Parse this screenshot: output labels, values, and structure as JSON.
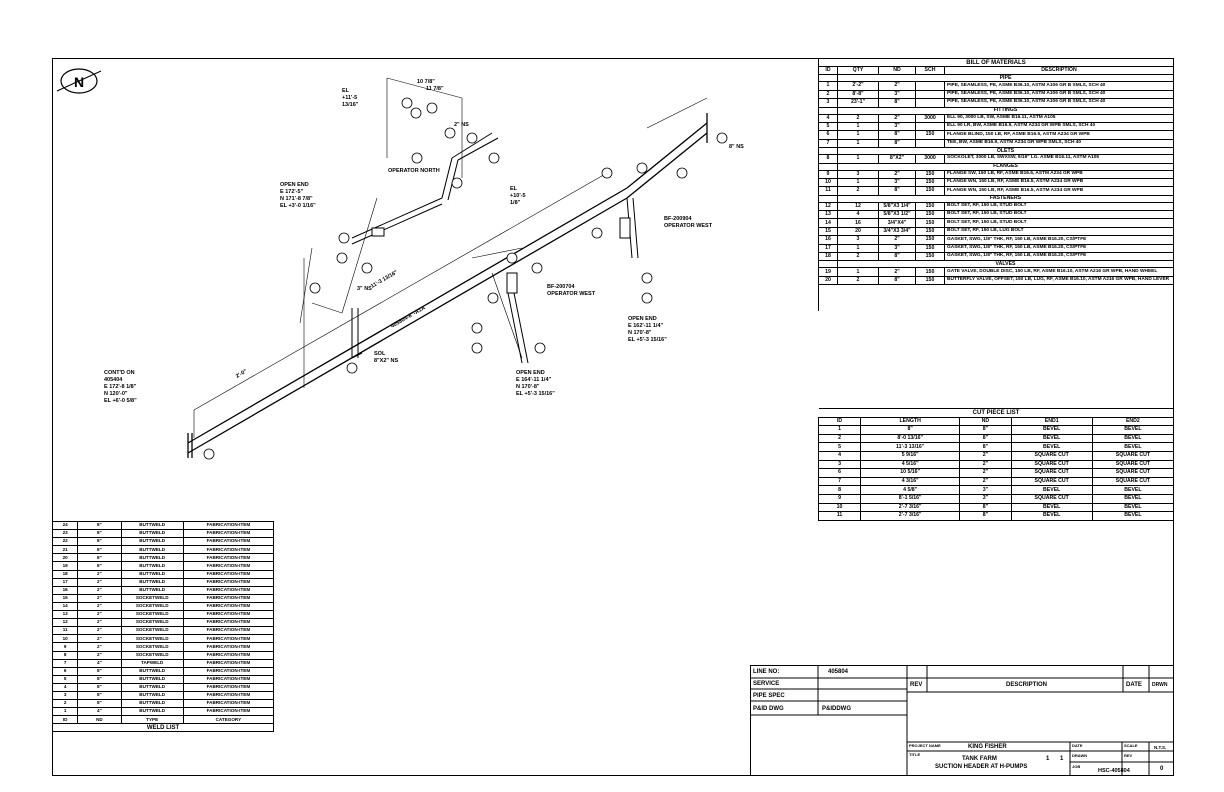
{
  "north_symbol": "N",
  "iso_annotations": {
    "elevation_top": [
      "EL",
      "+11'-5",
      "13/16\""
    ],
    "dim_top": "10 7/8\"",
    "dim_top2": "11 7/8\"",
    "open_end_1": [
      "OPEN END",
      "E 172'-5\"",
      "N 171'-8 7/8\"",
      "EL +3'-0 1/16\""
    ],
    "operator_north": "OPERATOR NORTH",
    "elevation_mid": [
      "EL",
      "+10'-5",
      "1/8\""
    ],
    "size_8ns": "8\" NS",
    "size_3ns": "3\" NS",
    "size_2ns": "2\" NS",
    "bf_1": [
      "BF-200904",
      "OPERATOR WEST"
    ],
    "bf_2": [
      "BF-200704",
      "OPERATOR WEST"
    ],
    "open_end_2": [
      "OPEN END",
      "E 162'-11 1/4\"",
      "N 170'-8\"",
      "EL +5'-3 15/16\""
    ],
    "open_end_3": [
      "OPEN END",
      "E 164'-11 1/4\"",
      "N 170'-8\"",
      "EL +5'-3 15/16\""
    ],
    "contd_on": [
      "CONT'D ON",
      "405404",
      "E 172'-8 1/8\"",
      "N 120'-0\"",
      "EL +6'-0 5/8\""
    ],
    "sol": [
      "SOL",
      "8\"X2\" NS"
    ],
    "pipe_label": "405804-8\"-A1A",
    "dim_main": "11'-3 13/16\"",
    "dim_low": "2'-0\""
  },
  "bom": {
    "title": "BILL OF MATERIALS",
    "headers": [
      "ID",
      "QTY",
      "ND",
      "SCH",
      "DESCRIPTION"
    ],
    "sections": [
      {
        "name": "PIPE",
        "rows": [
          [
            "1",
            "2'-2\"",
            "2\"",
            "",
            "PIPE, SEAMLESS, PE, ASME B36.10, ASTM A106 GR B SMLS, SCH 40"
          ],
          [
            "2",
            "8'-8\"",
            "3\"",
            "",
            "PIPE, SEAMLESS, PE, ASME B36.10, ASTM A106 GR B SMLS, SCH 40"
          ],
          [
            "3",
            "23'-1\"",
            "8\"",
            "",
            "PIPE, SEAMLESS, PE, ASME B36.10, ASTM A106 GR B SMLS, SCH 40"
          ]
        ]
      },
      {
        "name": "FITTINGS",
        "rows": [
          [
            "4",
            "2",
            "2\"",
            "3000",
            "ELL 90, 3000 LB, SW, ASME B16.11, ASTM A105"
          ],
          [
            "5",
            "1",
            "3\"",
            "",
            "ELL 90 LR, BW, ASME B16.9, ASTM A234 GR WPB SMLS, SCH 40"
          ],
          [
            "6",
            "1",
            "8\"",
            "150",
            "FLANGE BLIND, 150 LB, RF, ASME B16.5, ASTM A234 GR WPB"
          ],
          [
            "7",
            "1",
            "8\"",
            "",
            "TEE, BW, ASME B16.9, ASTM A234 GR WPB SMLS, SCH 40"
          ]
        ]
      },
      {
        "name": "OLETS",
        "rows": [
          [
            "8",
            "1",
            "8\"X2\"",
            "3000",
            "SOCKOLET, 3000 LB, SWXSW, 9/16\" LG. ASME B16.11, ASTM A105"
          ]
        ]
      },
      {
        "name": "FLANGES",
        "rows": [
          [
            "9",
            "3",
            "2\"",
            "150",
            "FLANGE SW, 150 LB, RF, ASME B16.5, ASTM A234 GR WPB"
          ],
          [
            "10",
            "1",
            "3\"",
            "150",
            "FLANGE WN, 150 LB, RF, ASME B16.5, ASTM A234 GR WPB"
          ],
          [
            "11",
            "2",
            "8\"",
            "150",
            "FLANGE WN, 150 LB, RF, ASME B16.5, ASTM A234 GR WPB"
          ]
        ]
      },
      {
        "name": "FASTENERS",
        "rows": [
          [
            "12",
            "12",
            "5/8\"X3 1/4\"",
            "150",
            "BOLT SET, RF, 150 LB, STUD BOLT"
          ],
          [
            "13",
            "4",
            "5/8\"X3 1/2\"",
            "150",
            "BOLT SET, RF, 150 LB, STUD BOLT"
          ],
          [
            "14",
            "16",
            "3/4\"X4\"",
            "150",
            "BOLT SET, RF, 150 LB, STUD BOLT"
          ],
          [
            "15",
            "20",
            "3/4\"X3 3/4\"",
            "150",
            "BOLT SET, RF, 150 LB, LUG BOLT"
          ]
        ]
      },
      {
        "name": "",
        "rows": [
          [
            "16",
            "3",
            "2\"",
            "150",
            "GASKET, SWG, 1/8\" THK, RF, 150 LB, ASME B16.20, CS/PTFE"
          ],
          [
            "17",
            "1",
            "3\"",
            "150",
            "GASKET, SWG, 1/8\" THK, RF, 150 LB, ASME B16.20, CS/PTFE"
          ],
          [
            "18",
            "2",
            "8\"",
            "150",
            "GASKET, SWG, 1/8\" THK, RF, 150 LB, ASME B16.20, CS/PTFE"
          ]
        ]
      },
      {
        "name": "VALVES",
        "rows": [
          [
            "19",
            "1",
            "2\"",
            "150",
            "GATE VALVE, DOUBLE DISC, 150 LB, RF, ASME B16.10, ASTM A216 GR WPB, HAND WHEEL"
          ],
          [
            "20",
            "2",
            "8\"",
            "150",
            "BUTTERFLY VALVE, OFFSET, 150 LB, LUG, RF, ASME B16.10, ASTM A216 GR WPB, HAND LEVER"
          ]
        ]
      }
    ]
  },
  "cut_list": {
    "title": "CUT PIECE LIST",
    "headers": [
      "ID",
      "LENGTH",
      "ND",
      "END1",
      "END2"
    ],
    "rows": [
      [
        "1",
        "8\"",
        "8\"",
        "BEVEL",
        "BEVEL"
      ],
      [
        "2",
        "8'-0 13/16\"",
        "8\"",
        "BEVEL",
        "BEVEL"
      ],
      [
        "5",
        "11'-3 13/16\"",
        "8\"",
        "BEVEL",
        "BEVEL"
      ],
      [
        "4",
        "5 9/16\"",
        "2\"",
        "SQUARE CUT",
        "SQUARE CUT"
      ],
      [
        "3",
        "4 5/16\"",
        "2\"",
        "SQUARE CUT",
        "SQUARE CUT"
      ],
      [
        "6",
        "10 5/16\"",
        "2\"",
        "SQUARE CUT",
        "SQUARE CUT"
      ],
      [
        "7",
        "4 3/16\"",
        "2\"",
        "SQUARE CUT",
        "SQUARE CUT"
      ],
      [
        "8",
        "4 5/8\"",
        "3\"",
        "BEVEL",
        "BEVEL"
      ],
      [
        "9",
        "8'-1 5/16\"",
        "3\"",
        "SQUARE CUT",
        "BEVEL"
      ],
      [
        "10",
        "2'-7 3/16\"",
        "8\"",
        "BEVEL",
        "BEVEL"
      ],
      [
        "11",
        "2'-7 3/16\"",
        "8\"",
        "BEVEL",
        "BEVEL"
      ]
    ]
  },
  "weld_list": {
    "title": "WELD LIST",
    "headers": [
      "ID",
      "ND",
      "TYPE",
      "CATEGORY"
    ],
    "rows": [
      [
        "24",
        "8\"",
        "BUTTWELD",
        "FABRICATION-ITEM"
      ],
      [
        "23",
        "8\"",
        "BUTTWELD",
        "FABRICATION-ITEM"
      ],
      [
        "22",
        "8\"",
        "BUTTWELD",
        "FABRICATION-ITEM"
      ],
      [
        "21",
        "8\"",
        "BUTTWELD",
        "FABRICATION-ITEM"
      ],
      [
        "20",
        "8\"",
        "BUTTWELD",
        "FABRICATION-ITEM"
      ],
      [
        "19",
        "8\"",
        "BUTTWELD",
        "FABRICATION-ITEM"
      ],
      [
        "18",
        "2\"",
        "BUTTWELD",
        "FABRICATION-ITEM"
      ],
      [
        "17",
        "2\"",
        "BUTTWELD",
        "FABRICATION-ITEM"
      ],
      [
        "16",
        "2\"",
        "BUTTWELD",
        "FABRICATION-ITEM"
      ],
      [
        "15",
        "2\"",
        "SOCKETWELD",
        "FABRICATION-ITEM"
      ],
      [
        "14",
        "2\"",
        "SOCKETWELD",
        "FABRICATION-ITEM"
      ],
      [
        "13",
        "2\"",
        "SOCKETWELD",
        "FABRICATION-ITEM"
      ],
      [
        "12",
        "2\"",
        "SOCKETWELD",
        "FABRICATION-ITEM"
      ],
      [
        "11",
        "2\"",
        "SOCKETWELD",
        "FABRICATION-ITEM"
      ],
      [
        "10",
        "2\"",
        "SOCKETWELD",
        "FABRICATION-ITEM"
      ],
      [
        "9",
        "2\"",
        "SOCKETWELD",
        "FABRICATION-ITEM"
      ],
      [
        "8",
        "2\"",
        "SOCKETWELD",
        "FABRICATION-ITEM"
      ],
      [
        "7",
        "4\"",
        "TAPWELD",
        "FABRICATION-ITEM"
      ],
      [
        "6",
        "8\"",
        "BUTTWELD",
        "FABRICATION-ITEM"
      ],
      [
        "5",
        "8\"",
        "BUTTWELD",
        "FABRICATION-ITEM"
      ],
      [
        "4",
        "8\"",
        "BUTTWELD",
        "FABRICATION-ITEM"
      ],
      [
        "3",
        "8\"",
        "BUTTWELD",
        "FABRICATION-ITEM"
      ],
      [
        "2",
        "8\"",
        "BUTTWELD",
        "FABRICATION-ITEM"
      ],
      [
        "1",
        "4\"",
        "BUTTWELD",
        "FABRICATION-ITEM"
      ]
    ]
  },
  "title_block": {
    "line_no_label": "LINE NO:",
    "line_no": "405804",
    "service_label": "SERVICE",
    "pipe_spec_label": "PIPE SPEC",
    "pid_label": "P&ID DWG",
    "pid_value": "P&IDDWG",
    "rev_label": "REV",
    "desc_label": "DESCRIPTION",
    "date_label": "DATE",
    "drwn_label": "DRWN",
    "project_name_label": "PROJECT NAME",
    "project_name": "KING FISHER",
    "title_label": "TITLE",
    "title_line1": "TANK FARM",
    "title_line2": "SUCTION HEADER AT H-PUMPS",
    "sheet_no": "1",
    "sheet_of": "1",
    "date_tag": "DATE",
    "scale_label": "SCALE",
    "scale_value": "N.T.S.",
    "drawn_tag": "DRAWN",
    "rev_tag": "REV",
    "job_label": "JOB",
    "drawing_no": "HSC-405804",
    "rev_value": "0"
  }
}
